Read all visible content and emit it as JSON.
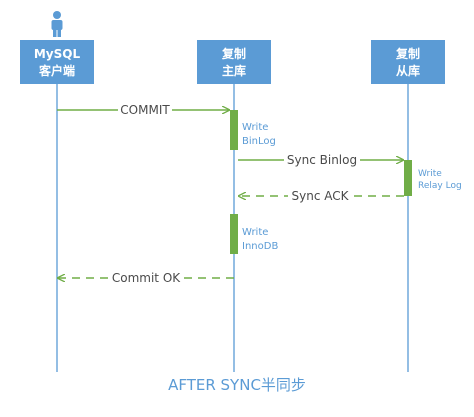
{
  "colors": {
    "participant_fill": "#5B9BD5",
    "lifeline": "#5B9BD5",
    "arrow": "#70AD47",
    "activation": "#70AD47",
    "note_text": "#5B9BD5",
    "label_text": "#4a4a4a",
    "caption_text": "#5B9BD5",
    "user_icon": "#5B9BD5"
  },
  "participants": [
    {
      "id": "client",
      "line1": "MySQL",
      "line2": "客户端",
      "has_user_icon": true
    },
    {
      "id": "master",
      "line1": "复制",
      "line2": "主库",
      "has_user_icon": false
    },
    {
      "id": "slave",
      "line1": "复制",
      "line2": "从库",
      "has_user_icon": false
    }
  ],
  "messages": [
    {
      "label": "COMMIT",
      "from": "client",
      "to": "master",
      "style": "solid"
    },
    {
      "label": "Sync Binlog",
      "from": "master",
      "to": "slave",
      "style": "solid"
    },
    {
      "label": "Sync ACK",
      "from": "slave",
      "to": "master",
      "style": "dashed"
    },
    {
      "label": "Commit OK",
      "from": "master",
      "to": "client",
      "style": "dashed"
    }
  ],
  "activations": [
    {
      "participant": "master",
      "line1": "Write",
      "line2": "BinLog"
    },
    {
      "participant": "slave",
      "line1": "Write",
      "line2": "Relay Log"
    },
    {
      "participant": "master",
      "line1": "Write",
      "line2": "InnoDB"
    }
  ],
  "caption": "AFTER SYNC半同步"
}
